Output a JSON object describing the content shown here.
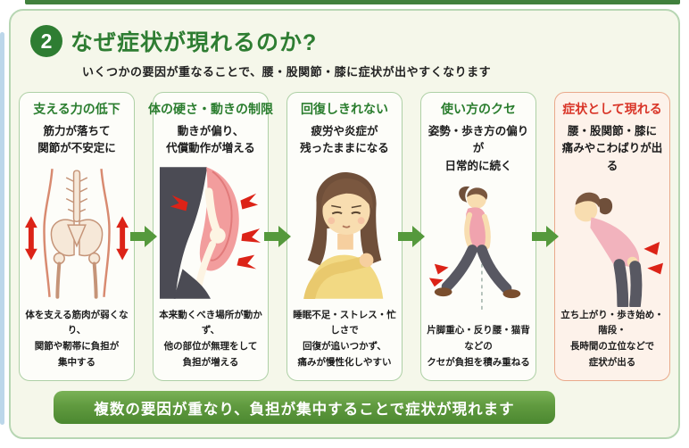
{
  "header": {
    "number": "2",
    "title": "なぜ症状が現れるのか?",
    "subtitle": "いくつかの要因が重なることで、腰・股関節・膝に症状が出やすくなります"
  },
  "steps": [
    {
      "title": "支える力の低下",
      "lead": "筋力が落ちて\n関節が不安定に",
      "description": "体を支える筋肉が弱くなり、\n関節や靭帯に負担が\n集中する",
      "illustration": "pelvis-skeleton"
    },
    {
      "title": "体の硬さ・動きの制限",
      "lead": "動きが偏り、\n代償動作が増える",
      "description": "本来動くべき場所が動かず、\n他の部位が無理をして\n負担が増える",
      "illustration": "stiff-knee-joint"
    },
    {
      "title": "回復しきれない",
      "lead": "疲労や炎症が\n残ったままになる",
      "description": "睡眠不足・ストレス・忙しさで\n回復が追いつかず、\n痛みが慢性化しやすい",
      "illustration": "fatigued-woman"
    },
    {
      "title": "使い方のクセ",
      "lead": "姿勢・歩き方の偏りが\n日常的に続く",
      "description": "片脚重心・反り腰・猫背などの\nクセが負担を積み重ねる",
      "illustration": "walking-woman"
    },
    {
      "title": "症状として現れる",
      "lead": "腰・股関節・膝に\n痛みやこわばりが出る",
      "description": "立ち上がり・歩き始め・階段・\n長時間の立位などで\n症状が出る",
      "illustration": "bending-woman-back-pain"
    }
  ],
  "footer": {
    "banner": "複数の要因が重なり、負担が集中することで症状が現れます"
  },
  "colors": {
    "accent_green": "#2e7d32",
    "accent_red": "#d93427",
    "flow_arrow_green": "#55993c",
    "pain_arrow_red": "#dc2317",
    "card_border_green": "#aed0a6",
    "card_border_salmon": "#e9a98b",
    "banner_green": "#5c9440",
    "panel_background": "#f5f7ea"
  }
}
